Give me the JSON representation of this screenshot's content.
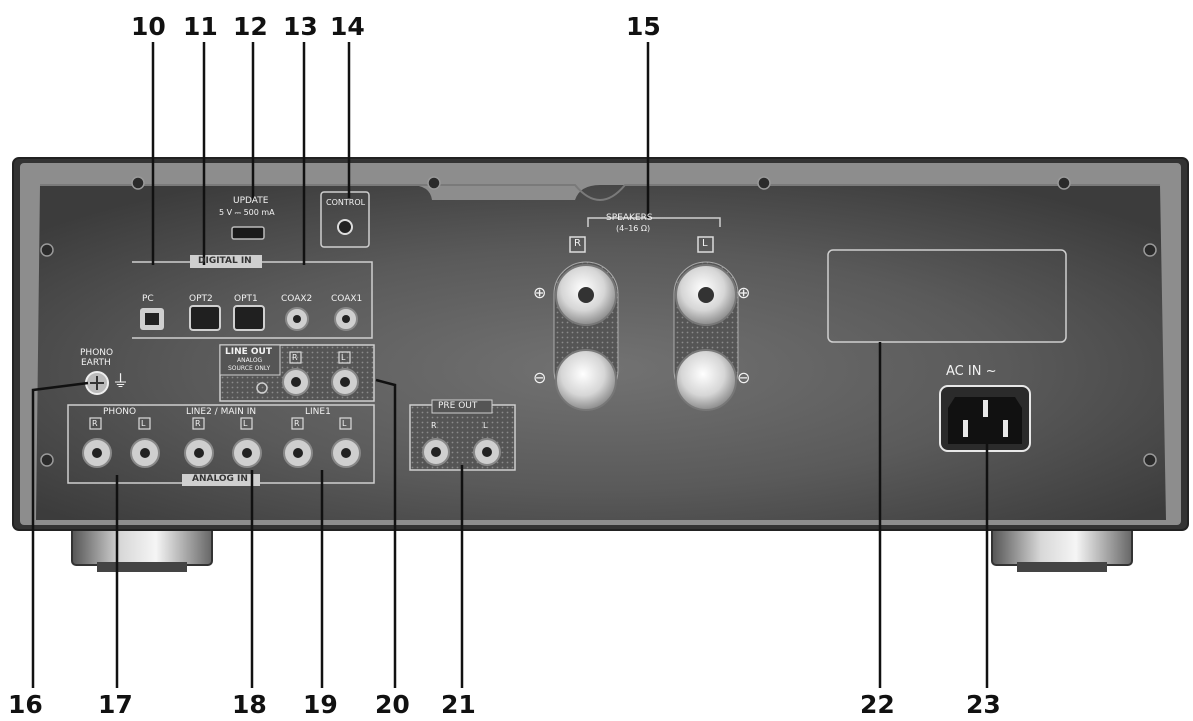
{
  "callouts": {
    "c10": "10",
    "c11": "11",
    "c12": "12",
    "c13": "13",
    "c14": "14",
    "c15": "15",
    "c16": "16",
    "c17": "17",
    "c18": "18",
    "c19": "19",
    "c20": "20",
    "c21": "21",
    "c22": "22",
    "c23": "23"
  },
  "panel": {
    "update_title": "UPDATE",
    "update_spec": "5 V ⎓ 500 mA",
    "control": "CONTROL",
    "digital_in": "DIGITAL IN",
    "pc": "PC",
    "opt2": "OPT2",
    "opt1": "OPT1",
    "coax2": "COAX2",
    "coax1": "COAX1",
    "speakers": "SPEAKERS",
    "speakers_ohm": "(4–16 Ω)",
    "right": "R",
    "left": "L",
    "plus": "⊕",
    "minus": "⊖",
    "phono_earth_1": "PHONO",
    "phono_earth_2": "EARTH",
    "earth_symbol": "⏚",
    "line_out": "LINE OUT",
    "analog_source_1": "ANALOG",
    "analog_source_2": "SOURCE ONLY",
    "phono": "PHONO",
    "line2_main_in": "LINE2 / MAIN IN",
    "line1": "LINE1",
    "analog_in": "ANALOG IN",
    "pre_out": "PRE OUT",
    "ac_in": "AC IN ~"
  },
  "colors": {
    "chassis": "#3a3a3a",
    "panel_center": "#6e6e6e",
    "frame": "#8a8a8a",
    "label_text": "#f2f2f2",
    "callout_text": "#111111"
  }
}
